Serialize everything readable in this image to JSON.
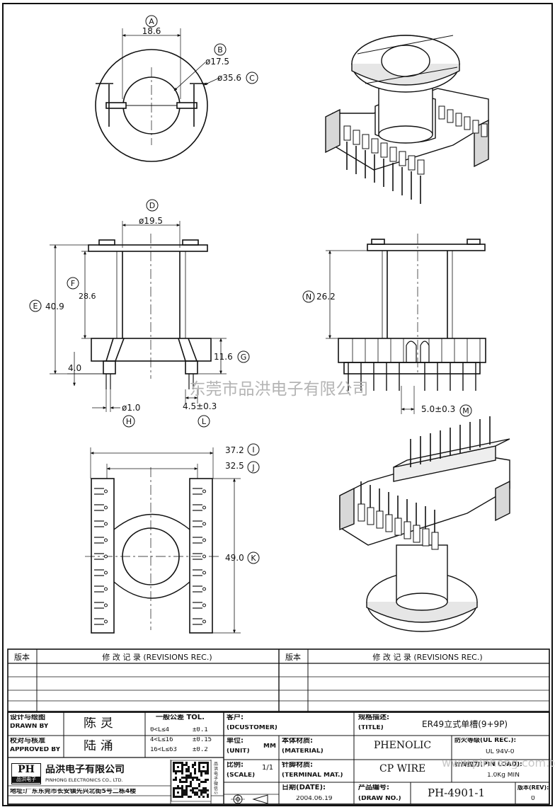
{
  "dims": {
    "A": {
      "letter": "A",
      "value": "18.6"
    },
    "B": {
      "letter": "B",
      "value": "ø17.5"
    },
    "C": {
      "letter": "C",
      "value": "ø35.6"
    },
    "D": {
      "letter": "D",
      "value": "ø19.5"
    },
    "E": {
      "letter": "E",
      "value": "40.9"
    },
    "F": {
      "letter": "F",
      "value": "28.6"
    },
    "G": {
      "letter": "G",
      "value": "11.6"
    },
    "H": {
      "letter": "H",
      "value": "ø1.0"
    },
    "L": {
      "letter": "L",
      "value": "4.5±0.3"
    },
    "N": {
      "letter": "N",
      "value": "26.2"
    },
    "M": {
      "letter": "M",
      "value": "5.0±0.3"
    },
    "I": {
      "letter": "I",
      "value": "37.2"
    },
    "J": {
      "letter": "J",
      "value": "32.5"
    },
    "K": {
      "letter": "K",
      "value": "49.0"
    },
    "extra_4_0": "4.0"
  },
  "watermark": "东莞市品洪电子有限公司",
  "revisions": {
    "col_ver": "版本",
    "col_rec": "修 改 记 录 (REVISIONS REC.)"
  },
  "title_block": {
    "designer_label_cn": "设计与绘图",
    "designer_label_en": "DRAWN BY",
    "designer": "陈 灵",
    "approver_label_cn": "校对与核准",
    "approver_label_en": "APPROVED BY",
    "approver": "陆 涌",
    "tol_title": "一般公差 TOL.",
    "tol": [
      {
        "range": "0<L≤4",
        "val": "±0.1"
      },
      {
        "range": "4<L≤16",
        "val": "±0.15"
      },
      {
        "range": "16<L≤63",
        "val": "±0.2"
      }
    ],
    "customer_label_cn": "客户:",
    "customer_label_en": "(DCUSTOMER)",
    "unit_label_cn": "单位:",
    "unit_label_en": "(UNIT)",
    "unit": "MM",
    "scale_label_cn": "比例:",
    "scale_label_en": "(SCALE)",
    "scale": "1/1",
    "title_label_cn": "规格描述:",
    "title_label_en": "(TITLE)",
    "title": "ER49立式单槽(9+9P)",
    "material_label_cn": "本体材质:",
    "material_label_en": "(MATERIAL)",
    "material": "PHENOLIC",
    "fire_label": "防火等级(UL REC.):",
    "fire": "UL 94V-0",
    "terminal_label_cn": "针脚材质:",
    "terminal_label_en": "(TERMINAL MAT.)",
    "terminal": "CP WIRE",
    "pinload_label": "针脚拉力(PIN LOAD):",
    "pinload": "1.0Kg MIN",
    "date_label": "日期(DATE):",
    "date": "2004.06.19",
    "drawno_label_cn": "产品编号:",
    "drawno_label_en": "(DRAW NO.)",
    "drawno": "PH-4901-1",
    "rev_label": "版本(REV):",
    "rev": "0",
    "company_cn": "品洪电子有限公司",
    "company_en": "PINHONG ELECTRONICS CO., LTD.",
    "logo": "PH",
    "logo_sub": "品洪电子",
    "address": "地址:广东东莞市长安镇先兴北街5号二栋4楼",
    "qr_side": "品洪电子微信公众号"
  },
  "website_watermark": "www.pinhong.com.td"
}
